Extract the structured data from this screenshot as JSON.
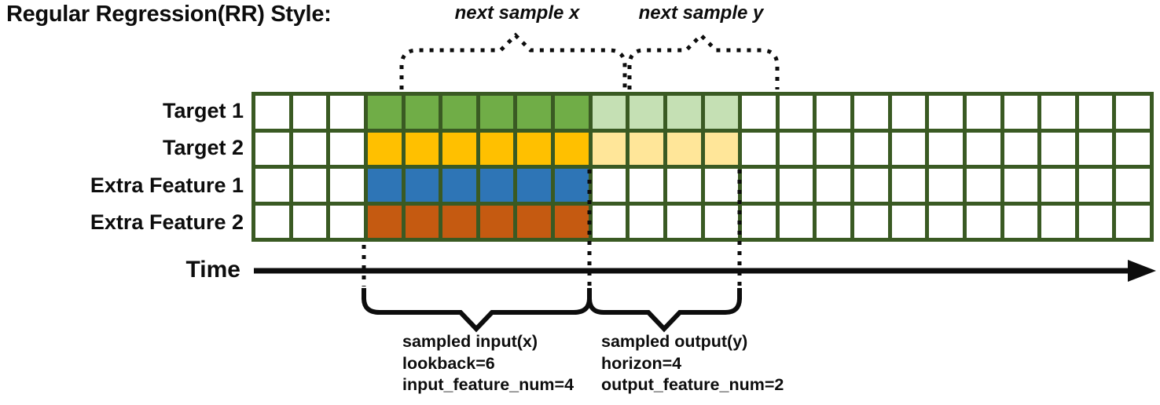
{
  "title": "Regular Regression(RR) Style:",
  "annotations": {
    "next_sample_x": "next sample x",
    "next_sample_y": "next sample y",
    "time_label": "Time",
    "input_lines": [
      "sampled input(x)",
      "lookback=6",
      "input_feature_num=4"
    ],
    "output_lines": [
      "sampled output(y)",
      "horizon=4",
      "output_feature_num=2"
    ]
  },
  "grid": {
    "columns": 24,
    "border_color": "#3A5A23",
    "empty_cell_color": "#FFFFFF",
    "rows": [
      {
        "label": "Target 1",
        "solid_color": "#70AD47",
        "light_color": "#C5E0B4",
        "solid_cols": {
          "from": 4,
          "to": 9
        },
        "light_cols": {
          "from": 10,
          "to": 13
        }
      },
      {
        "label": "Target 2",
        "solid_color": "#FFC000",
        "light_color": "#FFE699",
        "solid_cols": {
          "from": 4,
          "to": 9
        },
        "light_cols": {
          "from": 10,
          "to": 13
        }
      },
      {
        "label": "Extra Feature 1",
        "solid_color": "#2E75B6",
        "light_color": null,
        "solid_cols": {
          "from": 4,
          "to": 9
        },
        "light_cols": null
      },
      {
        "label": "Extra Feature 2",
        "solid_color": "#C55A11",
        "light_color": null,
        "solid_cols": {
          "from": 4,
          "to": 9
        },
        "light_cols": null
      }
    ]
  },
  "colors": {
    "line": "#0d0d0d"
  }
}
